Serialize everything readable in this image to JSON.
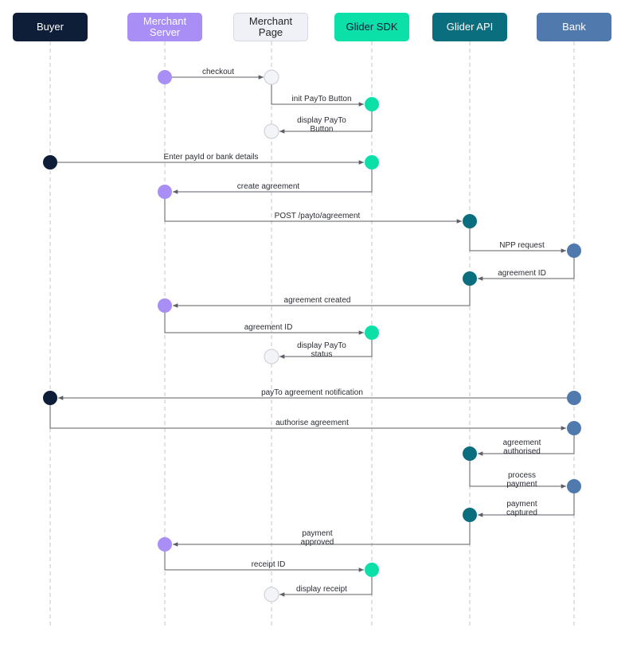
{
  "participants": [
    {
      "id": "buyer",
      "label": "Buyer",
      "bg": "#0e1e38",
      "fg": "#ffffff"
    },
    {
      "id": "merchant_server",
      "label": "Merchant\nServer",
      "bg": "#a88ef5",
      "fg": "#ffffff"
    },
    {
      "id": "merchant_page",
      "label": "Merchant\nPage",
      "bg": "#f0f1f6",
      "fg": "#22252d"
    },
    {
      "id": "glider_sdk",
      "label": "Glider SDK",
      "bg": "#0be0a8",
      "fg": "#0e1e38"
    },
    {
      "id": "glider_api",
      "label": "Glider API",
      "bg": "#0b6e7e",
      "fg": "#ffffff"
    },
    {
      "id": "bank",
      "label": "Bank",
      "bg": "#5079ae",
      "fg": "#ffffff"
    }
  ],
  "messages": [
    {
      "from": "merchant_server",
      "to": "merchant_page",
      "label": "checkout"
    },
    {
      "from": "merchant_page",
      "to": "glider_sdk",
      "label": "init PayTo Button"
    },
    {
      "from": "glider_sdk",
      "to": "merchant_page",
      "label": "display PayTo\nButton"
    },
    {
      "from": "buyer",
      "to": "glider_sdk",
      "label": "Enter payId or bank details"
    },
    {
      "from": "glider_sdk",
      "to": "merchant_server",
      "label": "create agreement"
    },
    {
      "from": "merchant_server",
      "to": "glider_api",
      "label": "POST /payto/agreement"
    },
    {
      "from": "glider_api",
      "to": "bank",
      "label": "NPP request"
    },
    {
      "from": "bank",
      "to": "glider_api",
      "label": "agreement ID"
    },
    {
      "from": "glider_api",
      "to": "merchant_server",
      "label": "agreement created"
    },
    {
      "from": "merchant_server",
      "to": "glider_sdk",
      "label": "agreement ID"
    },
    {
      "from": "glider_sdk",
      "to": "merchant_page",
      "label": "display PayTo\nstatus"
    },
    {
      "from": "bank",
      "to": "buyer",
      "label": "payTo agreement notification"
    },
    {
      "from": "buyer",
      "to": "bank",
      "label": "authorise agreement"
    },
    {
      "from": "bank",
      "to": "glider_api",
      "label": "agreement\nauthorised"
    },
    {
      "from": "glider_api",
      "to": "bank",
      "label": "process\npayment"
    },
    {
      "from": "bank",
      "to": "glider_api",
      "label": "payment\ncaptured"
    },
    {
      "from": "glider_api",
      "to": "merchant_server",
      "label": "payment\napproved"
    },
    {
      "from": "merchant_server",
      "to": "glider_sdk",
      "label": "receipt ID"
    },
    {
      "from": "glider_sdk",
      "to": "merchant_page",
      "label": "display receipt"
    }
  ],
  "colors": {
    "node_page": "#f3f4f8",
    "node_page_stroke": "#c9ccd6",
    "arrow": "#5b5e66",
    "lifeline": "#c4c6cc"
  }
}
